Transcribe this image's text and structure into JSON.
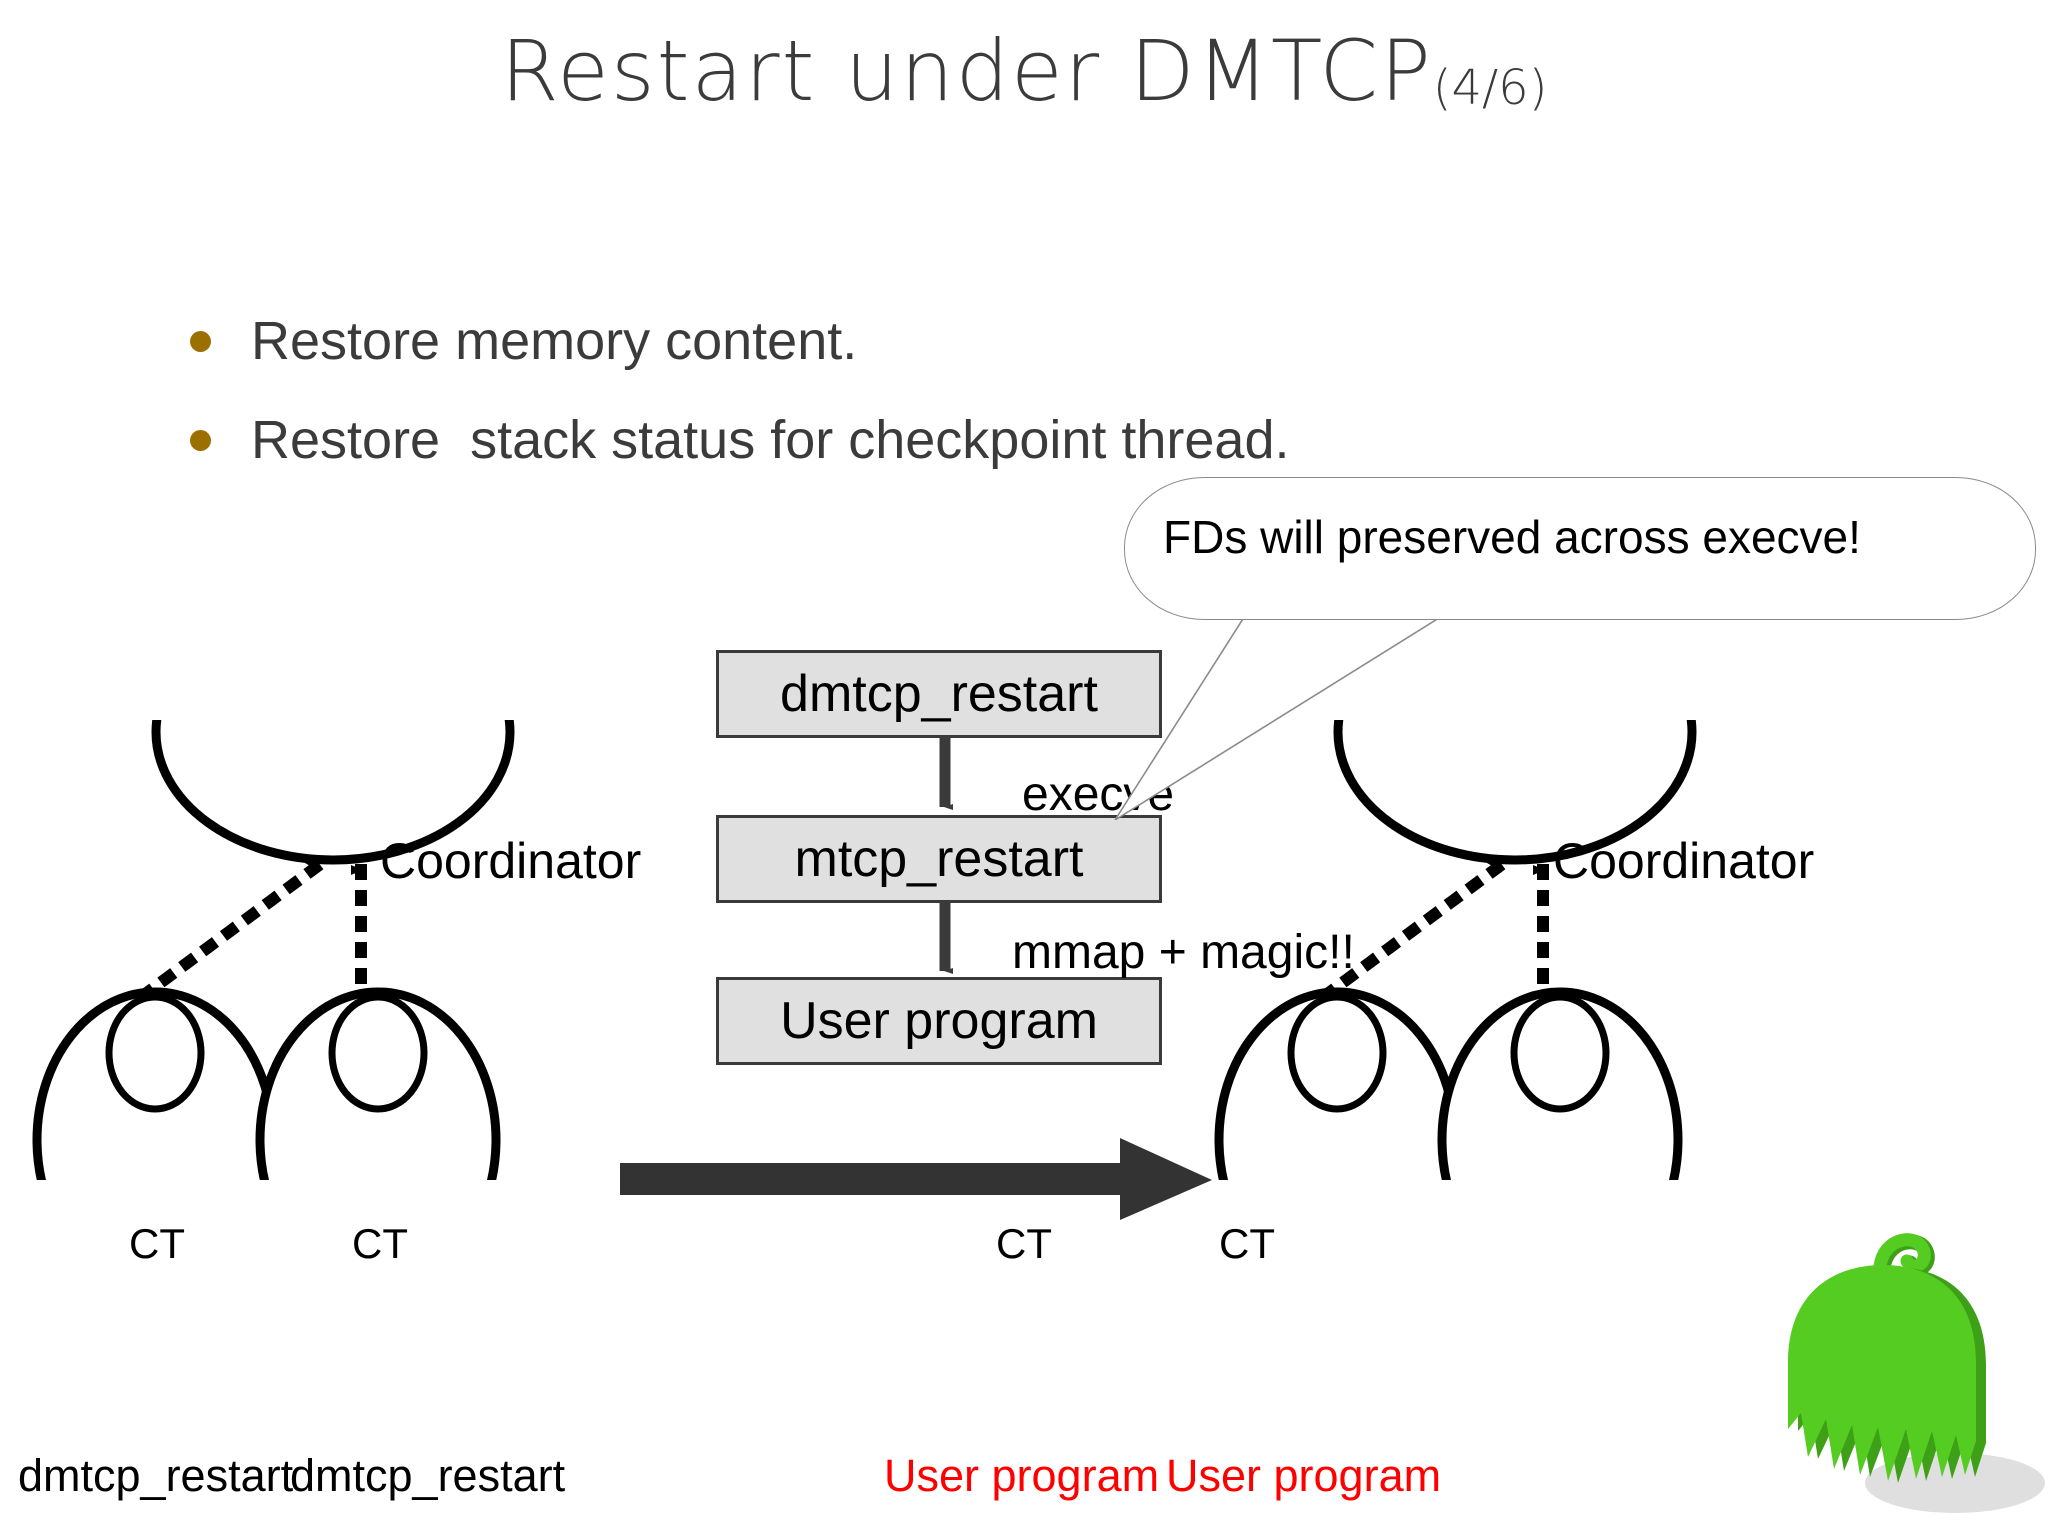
{
  "slide": {
    "title_main": "Restart under DMTCP",
    "title_sub": "(4/6)",
    "title_color": "#3b3b3b",
    "background": "#ffffff"
  },
  "bullets": {
    "marker_color": "#9c7000",
    "items": [
      {
        "text": "Restore memory content."
      },
      {
        "text": "Restore  stack status for checkpoint thread."
      }
    ]
  },
  "callout": {
    "text": "FDs will preserved across execve!",
    "border_color": "#8a8a8a"
  },
  "flow": {
    "box_fill": "#e0e0e0",
    "box_border": "#3a3a3a",
    "boxes": [
      {
        "label": "dmtcp_restart"
      },
      {
        "label": "mtcp_restart"
      },
      {
        "label": "User program"
      }
    ],
    "edge_labels": [
      {
        "label": "execve"
      },
      {
        "label": "mmap + magic!!"
      }
    ]
  },
  "left_group": {
    "coordinator_label": "Coordinator",
    "processes": [
      {
        "thread_label": "CT",
        "caption": "dmtcp_restart",
        "caption_color": "#000000"
      },
      {
        "thread_label": "CT",
        "caption": "dmtcp_restart",
        "caption_color": "#000000"
      }
    ]
  },
  "right_group": {
    "coordinator_label": "Coordinator",
    "processes": [
      {
        "thread_label": "CT",
        "caption": "User program",
        "caption_color": "#ff0000"
      },
      {
        "thread_label": "CT",
        "caption": "User program",
        "caption_color": "#ff0000"
      }
    ]
  },
  "transition_arrow": {
    "color": "#333333"
  },
  "mascot": {
    "name": "green-blob-mascot",
    "body_color": "#55cc22",
    "shade_color": "#3da016"
  }
}
